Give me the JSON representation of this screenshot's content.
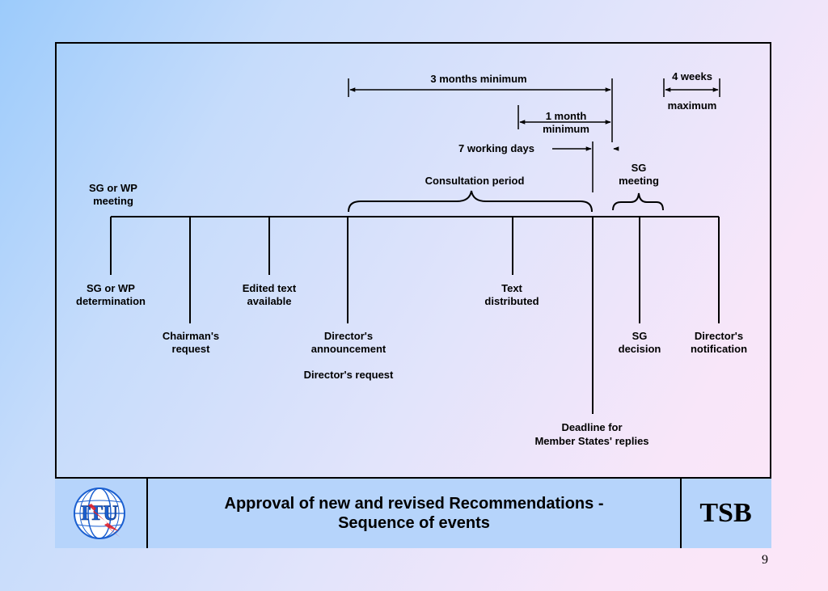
{
  "spans": {
    "three_months": "3 months minimum",
    "four_weeks": "4 weeks",
    "maximum": "maximum",
    "one_month_line1": "1 month",
    "one_month_line2": "minimum",
    "seven_days": "7 working days",
    "consultation": "Consultation period",
    "sg_meeting_line1": "SG",
    "sg_meeting_line2": "meeting"
  },
  "events": {
    "sg_wp_meeting": [
      "SG or WP",
      "meeting"
    ],
    "sg_wp_determination": [
      "SG or WP",
      "determination"
    ],
    "chairmans_request": [
      "Chairman's",
      "request"
    ],
    "edited_text": [
      "Edited text",
      "available"
    ],
    "directors_announcement": [
      "Director's",
      "announcement"
    ],
    "directors_request": "Director's request",
    "text_distributed": [
      "Text",
      "distributed"
    ],
    "deadline": [
      "Deadline for",
      "Member States'  replies"
    ],
    "sg_decision": [
      "SG",
      "decision"
    ],
    "directors_notification": [
      "Director's",
      "notification"
    ]
  },
  "footer": {
    "logo_text": "ITU",
    "title_line1": "Approval of new and revised Recommendations -",
    "title_line2": "Sequence of events",
    "tsb": "TSB"
  },
  "page_number": "9",
  "colors": {
    "footer_bg": "#b6d4fb",
    "logo_blue": "#1a5fd0",
    "logo_red": "#e0202a"
  }
}
